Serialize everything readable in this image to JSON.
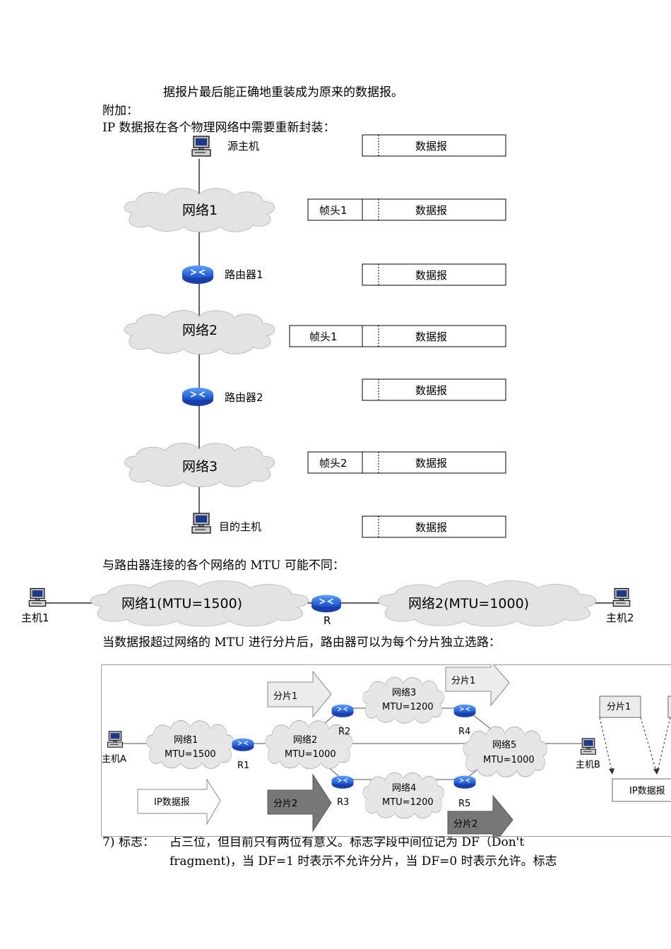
{
  "text": {
    "line1": "据报片最后能正确地重装成为原来的数据报。",
    "line2": "附加：",
    "line3": "IP 数据报在各个物理网络中需要重新封装：",
    "line4": "与路由器连接的各个网络的  MTU 可能不同：",
    "line5": "当数据报超过网络的  MTU 进行分片后，路由器可以为每个分片独立选路：",
    "line6a": "7) 标志：",
    "line6b": "占三位，但目前只有两位有意义。标志字段中间位记为   DF（Don't",
    "line7": "fragment)，当 DF=1 时表示不允许分片，当 DF=0 时表示允许。标志"
  },
  "diagram1": {
    "source_host": "源主机",
    "network1": "网络1",
    "router1": "路由器1",
    "network2": "网络2",
    "router2": "路由器2",
    "network3": "网络3",
    "dest_host": "目的主机",
    "datagram": "数据报",
    "frame_header1": "帧头1",
    "frame_header2": "帧头2"
  },
  "diagram2": {
    "host1": "主机1",
    "network1": "网络1(MTU=1500)",
    "router": "R",
    "network2": "网络2(MTU=1000)",
    "host2": "主机2"
  },
  "diagram3": {
    "hostA": "主机A",
    "hostB": "主机B",
    "net1_name": "网络1",
    "net1_mtu": "MTU=1500",
    "net2_name": "网络2",
    "net2_mtu": "MTU=1000",
    "net3_name": "网络3",
    "net3_mtu": "MTU=1200",
    "net4_name": "网络4",
    "net4_mtu": "MTU=1200",
    "net5_name": "网络5",
    "net5_mtu": "MTU=1000",
    "r1": "R1",
    "r2": "R2",
    "r3": "R3",
    "r4": "R4",
    "r5": "R5",
    "fragment1": "分片1",
    "fragment2": "分片2",
    "ip_datagram": "IP数据报",
    "ip_datagram_cut": "IP数据报"
  }
}
